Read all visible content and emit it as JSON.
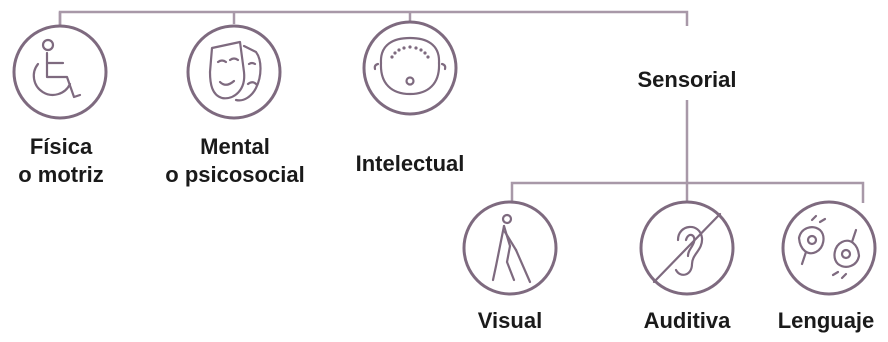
{
  "diagram": {
    "colors": {
      "line": "#9e8e9e",
      "stroke": "#7e6a7f",
      "text": "#1a1a1a",
      "fill": "#ffffff"
    },
    "categories": [
      {
        "id": "fisica",
        "lines": [
          "Física",
          "o motriz"
        ],
        "icon": "wheelchair-icon"
      },
      {
        "id": "mental",
        "lines": [
          "Mental",
          "o psicosocial"
        ],
        "icon": "theater-masks-icon"
      },
      {
        "id": "intelectual",
        "lines": [
          "Intelectual"
        ],
        "icon": "face-with-dots-icon"
      },
      {
        "id": "sensorial",
        "lines": [
          "Sensorial"
        ],
        "icon": null,
        "children": [
          {
            "id": "visual",
            "lines": [
              "Visual"
            ],
            "icon": "person-white-cane-icon"
          },
          {
            "id": "auditiva",
            "lines": [
              "Auditiva"
            ],
            "icon": "crossed-ear-icon"
          },
          {
            "id": "lenguaje",
            "lines": [
              "Lenguaje"
            ],
            "icon": "sign-language-hands-icon"
          }
        ]
      }
    ]
  }
}
